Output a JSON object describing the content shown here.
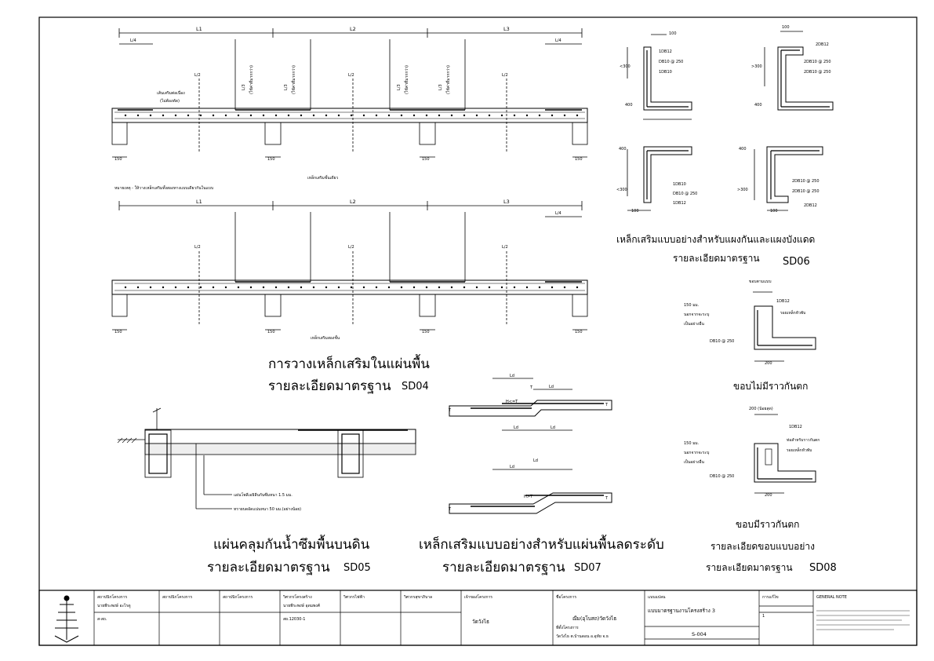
{
  "sd04": {
    "span_labels": [
      "L1",
      "L2",
      "L3"
    ],
    "quarter": "L/4",
    "half": "L/2",
    "alt_bar": "L/3",
    "or": "หรือ",
    "max_note": "(ใช้ค่าที่มากกว่า)",
    "continuous_bar": "เส้นเสริมต่อเนื่อง",
    "continuous_bar2": "(ไม่ต้องตัด)",
    "support_dim": "150",
    "note": "หมายเหตุ - ให้วางเหล็กเสริมทั้งสองทางแบบเดียวกันในแบบ",
    "top_caption": "เหล็กเสริมชั้นเดียว",
    "bottom_caption": "เหล็กเสริมสองชั้น",
    "title": "การวางเหล็กเสริมในแผ่นพื้น",
    "subtitle": "รายละเอียดมาตรฐาน",
    "code": "SD04"
  },
  "sd05": {
    "title": "แผ่นคลุมกันน้ำซึมพื้นบนดิน",
    "subtitle": "รายละเอียดมาตรฐาน",
    "code": "SD05",
    "note1": "แผ่นโพลีเอธิลีนกันซึมหนา 1.5 มม.",
    "note2": "ทรายบดอัดแน่นหนา 50 มม.(อย่างน้อย)"
  },
  "sd06": {
    "title": "เหล็กเสริมแบบอย่างสำหรับแผงกันและแผงบังแดด",
    "subtitle": "รายละเอียดมาตรฐาน",
    "code": "SD06",
    "dim_100": "100",
    "dim_300_lt": "<300",
    "dim_300_gt": ">300",
    "dim_400": "400",
    "bar_db12": "1DB12",
    "bar_db10": "1DB10",
    "bar_db10_250": "DB10 @ 250",
    "bar_2db12": "2DB12",
    "bar_2db10_250": "2DB10 @ 250"
  },
  "sd07": {
    "title": "เหล็กเสริมแบบอย่างสำหรับแผ่นพื้นลดระดับ",
    "subtitle": "รายละเอียดมาตรฐาน",
    "code": "SD07",
    "ld": "Ld",
    "t": "T",
    "h_lt": "H<=T",
    "h_gt": "H>T"
  },
  "sd08": {
    "edge_title_a": "ขอบไม่มีราวกันตก",
    "edge_title_b": "ขอบมีราวกันตก",
    "title": "รายละเอียดขอบแบบอย่าง",
    "subtitle": "รายละเอียดมาตรฐาน",
    "code": "SD08",
    "form_edge": "ขอบตามแบบ",
    "dim_150": "150 มม.",
    "unless_noted": "นอกจากจะระบุ",
    "unless_noted2": "เป็นอย่างอื่น",
    "bar_db12": "1DB12",
    "bar_db10_250": "DB10 @ 250",
    "drip_a": "รอยเหล็กหัวพับ",
    "drip_b": "ท่อสำหรับราวกันตก",
    "dim_200": "200",
    "dim_200_min": "200 (น้อยสุด)"
  },
  "title_block": {
    "cells": [
      {
        "label": "สถาปนิกโครงการ",
        "name": "นายพีระพงษ์ อะไรดู",
        "reg": "ส-สถ."
      },
      {
        "label": "สถาปนิกโครงการ",
        "name": "",
        "reg": ""
      },
      {
        "label": "สถาปนิกโครงการ",
        "name": "",
        "reg": ""
      },
      {
        "label": "วิศวกรโครงสร้าง",
        "name": "นายพีระพงษ์ อุดมพงศ์",
        "reg": "สย.12030-1"
      },
      {
        "label": "วิศวกรไฟฟ้า",
        "name": "",
        "reg": ""
      },
      {
        "label": "วิศวกรสุขาภิบาล",
        "name": "",
        "reg": ""
      }
    ],
    "owner_label": "เจ้าของโครงการ",
    "owner": "วัดวังไธ",
    "project_label": "ชื่อโครงการ",
    "project": "ฌืม(อุโบสถ)วัดวังไธ",
    "location_label": "ที่ตั้งโครงการ",
    "location": "วัดวังไธ ต.บ้านดอน อ.อุทัย จ.ธ",
    "sheet_title_label": "แบบแปลน",
    "sheet_title": "แบบมาตรฐานงานโครงสร้าง 3",
    "sheet_no": "S-004",
    "rev_label": "การแก้ไข",
    "rev_no": "1",
    "general_notes": "GENERAL NOTE"
  }
}
